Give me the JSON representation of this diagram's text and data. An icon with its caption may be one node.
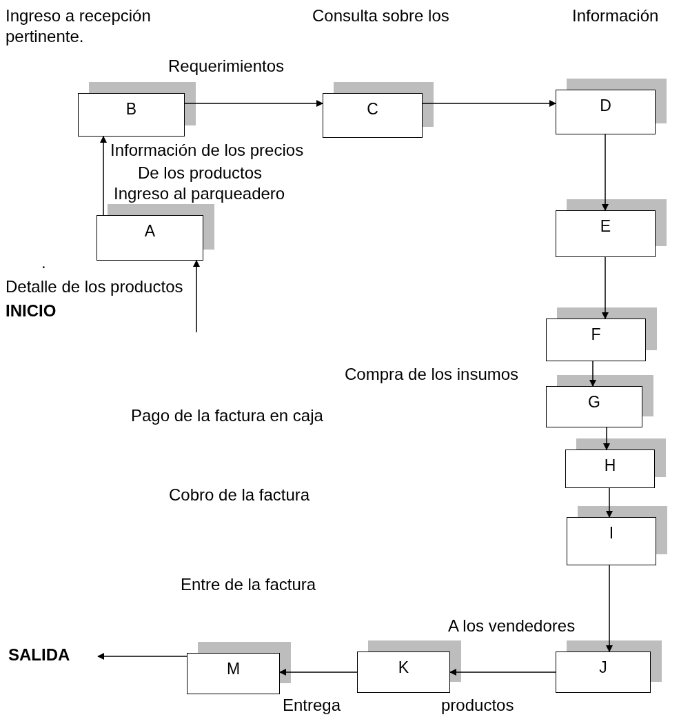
{
  "diagram": {
    "nodes": [
      {
        "text": [
          "A"
        ]
      },
      {
        "text": [
          "B"
        ]
      },
      {
        "text": [
          "C"
        ]
      },
      {
        "text": [
          "D"
        ]
      },
      {
        "text": [
          "E"
        ]
      },
      {
        "text": [
          "F"
        ]
      },
      {
        "text": [
          "G"
        ]
      },
      {
        "text": [
          "H"
        ]
      },
      {
        "text": [
          "I"
        ]
      },
      {
        "text": [
          "J"
        ]
      },
      {
        "text": [
          "K"
        ]
      },
      {
        "text": [
          "M"
        ]
      },
      {
        "text": [
          "SALIDA"
        ]
      }
    ],
    "edges": [
      {
        "from": null,
        "to": 0,
        "arrow": "to"
      },
      {
        "from": 0,
        "to": 1,
        "arrow": "to"
      },
      {
        "from": 1,
        "to": 2,
        "arrow": "to"
      },
      {
        "from": 2,
        "to": 3,
        "arrow": "to"
      },
      {
        "from": 3,
        "to": 4,
        "arrow": "to"
      },
      {
        "from": 4,
        "to": 5,
        "arrow": "to"
      },
      {
        "from": 5,
        "to": 6,
        "arrow": "to"
      },
      {
        "from": 6,
        "to": 7,
        "arrow": "to"
      },
      {
        "from": 7,
        "to": 8,
        "arrow": "to"
      },
      {
        "from": 8,
        "to": 9,
        "arrow": "to"
      },
      {
        "from": 9,
        "to": 10,
        "arrow": "to"
      },
      {
        "from": 10,
        "to": 11,
        "arrow": "to"
      },
      {
        "from": 11,
        "to": 12,
        "arrow": "to"
      }
    ],
    "labels": [
      "Ingreso a recepción",
      "Consulta sobre los",
      "Información",
      "pertinente.",
      "Requerimientos",
      "Información de los precios",
      "De los productos",
      "Ingreso al parqueadero",
      ".",
      "Detalle de los productos",
      "INICIO",
      "Compra de los insumos",
      "Pago de la factura en caja",
      "Cobro de la factura",
      "Entre de la factura",
      "A los vendedores",
      "Entrega",
      "productos"
    ]
  }
}
